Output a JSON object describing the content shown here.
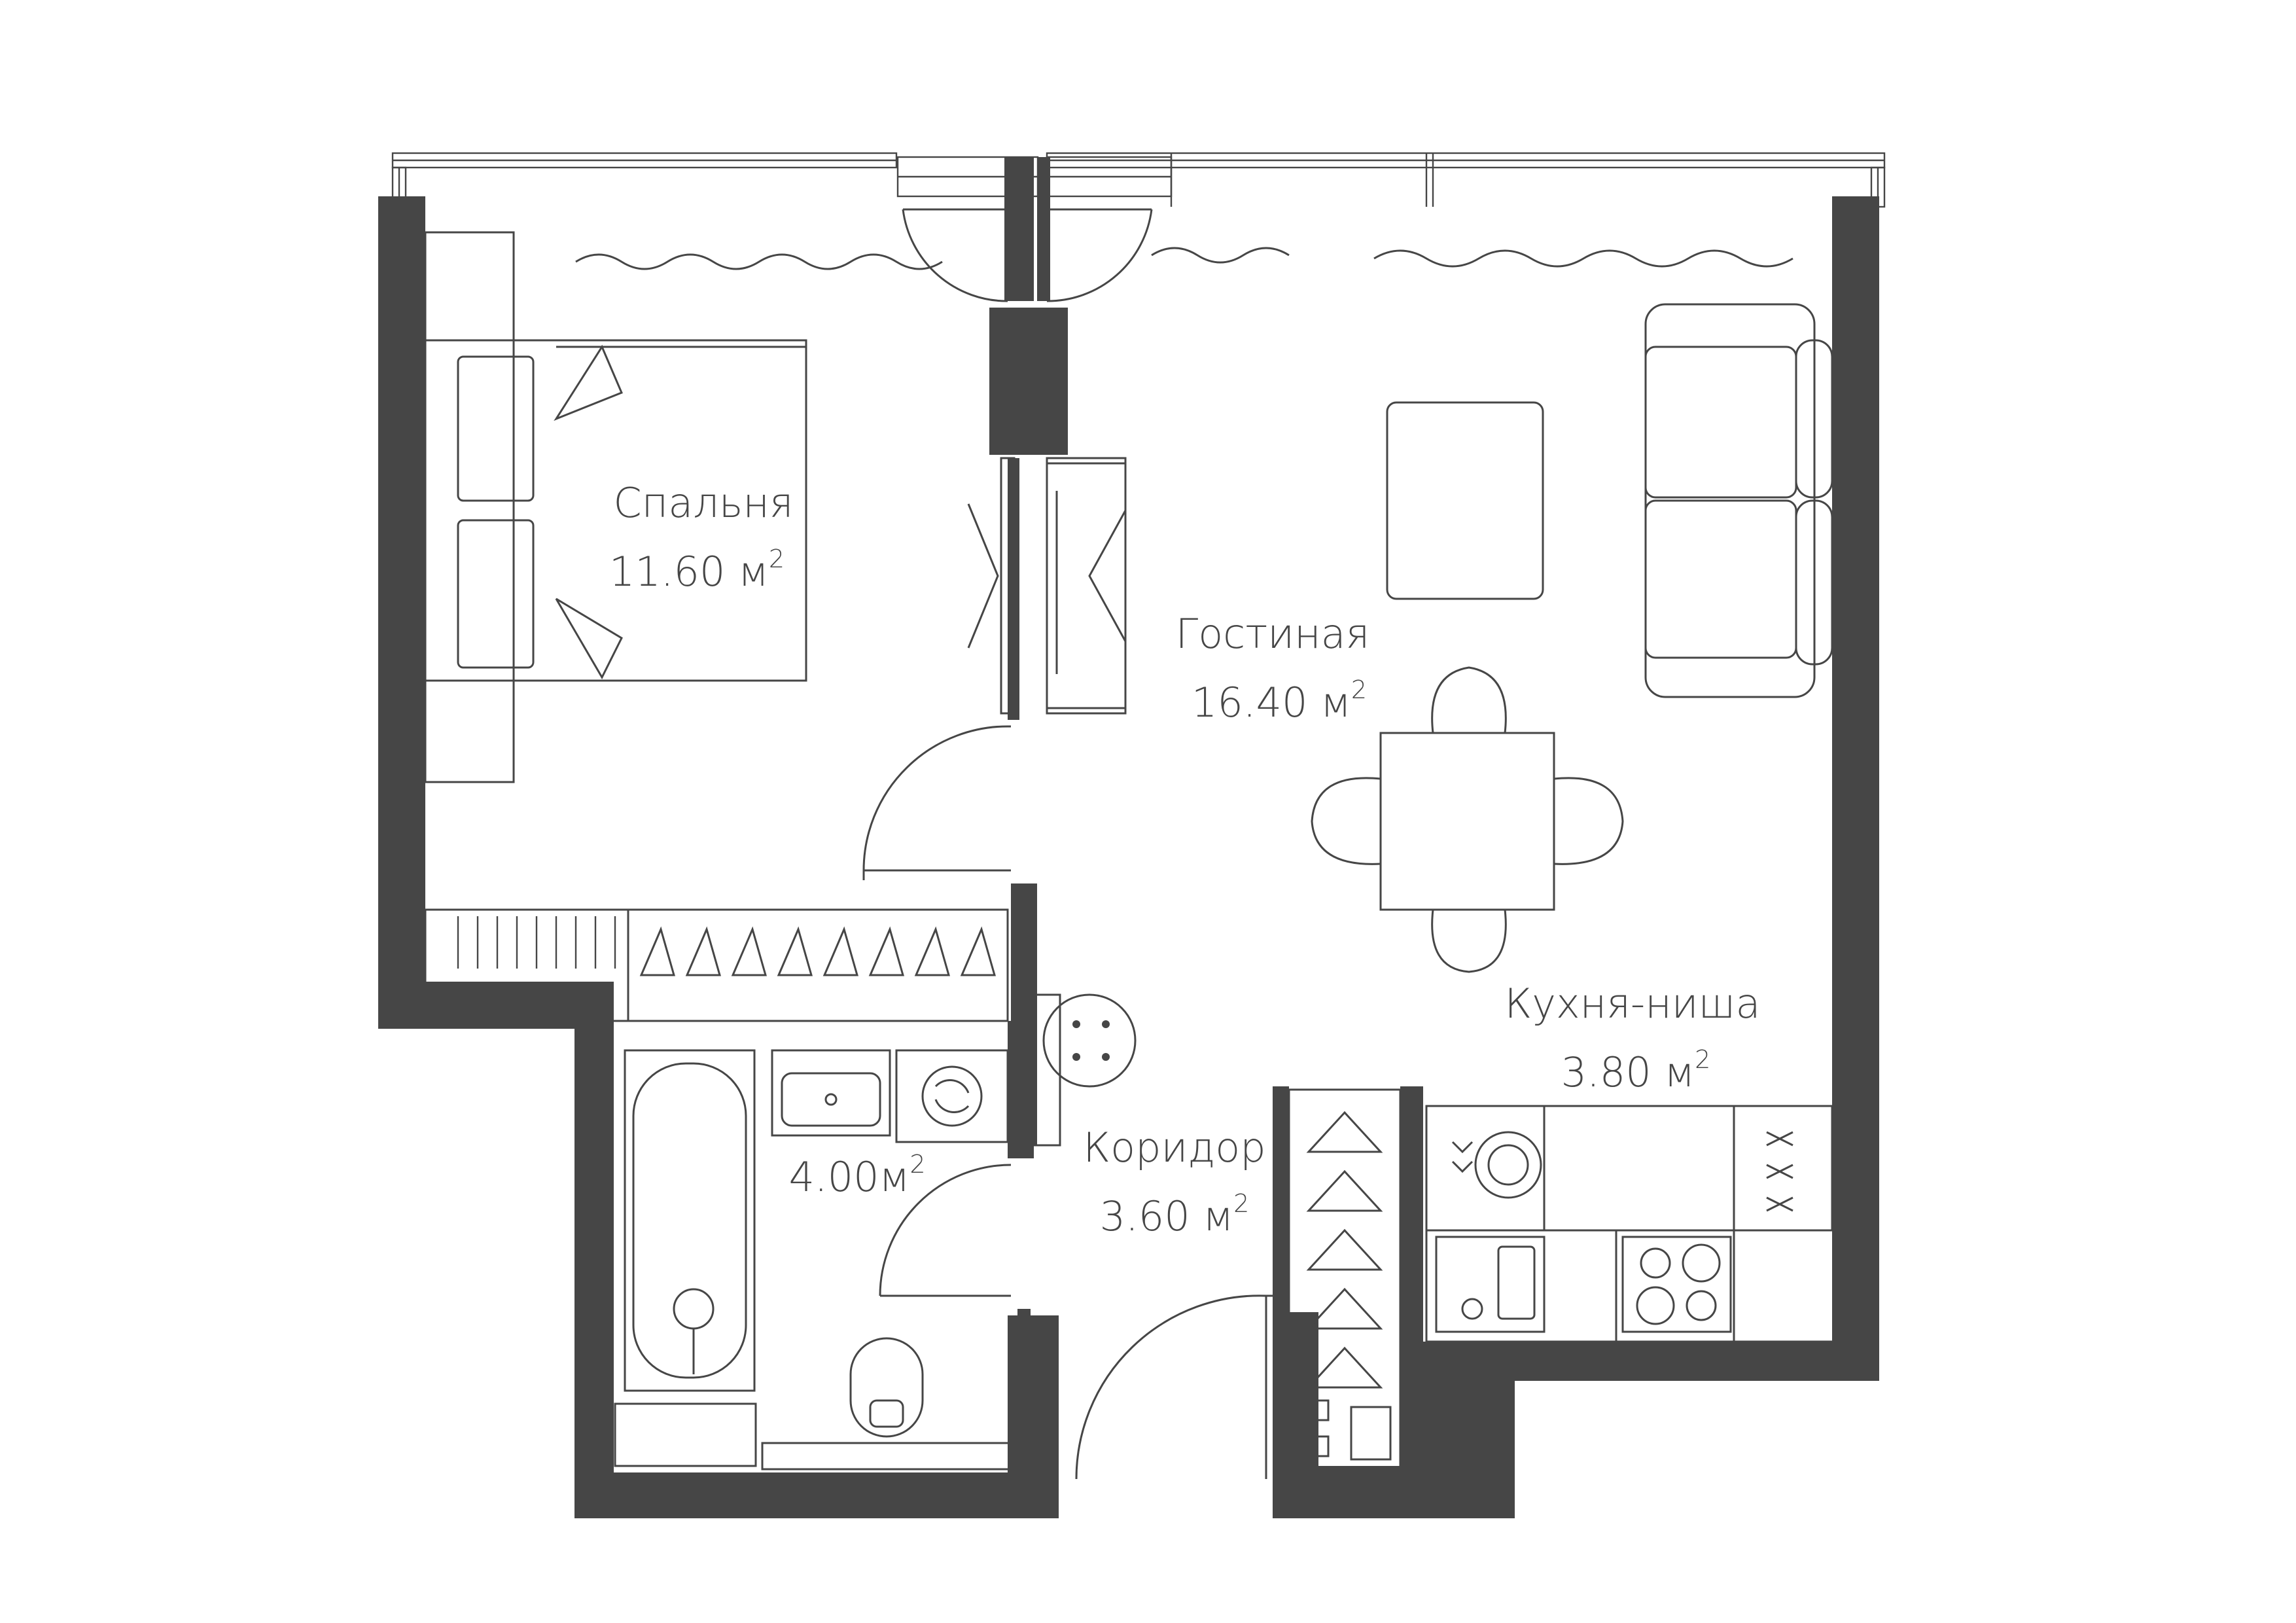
{
  "colors": {
    "wall": "#464646",
    "background": "#ffffff"
  },
  "rooms": [
    {
      "id": "bedroom",
      "name": "Спальня",
      "area": "11.60 м",
      "sup": "2"
    },
    {
      "id": "living",
      "name": "Гостиная",
      "area": "16.40 м",
      "sup": "2"
    },
    {
      "id": "kitchen",
      "name": "Кухня-ниша",
      "area": "3.80 м",
      "sup": "2"
    },
    {
      "id": "bathroom",
      "name": "",
      "area": "4.00м",
      "sup": "2"
    },
    {
      "id": "corridor",
      "name": "Коридор",
      "area": "3.60 м",
      "sup": "2"
    }
  ],
  "icons": [
    "bed-icon",
    "sofa-icon",
    "dining-table-icon",
    "wardrobe-icon",
    "bathtub-icon",
    "sink-icon",
    "washing-machine-icon",
    "toilet-icon",
    "stove-icon",
    "kitchen-sink-icon",
    "curtain-icon",
    "door-swing-icon",
    "window-icon"
  ]
}
